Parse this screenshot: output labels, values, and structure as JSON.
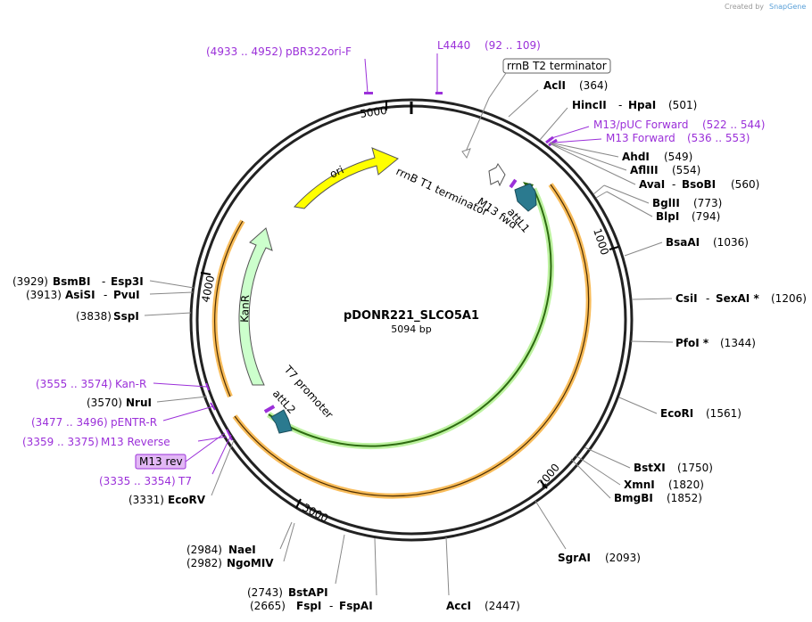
{
  "credit": {
    "created_by": "Created by",
    "brand": "SnapGene"
  },
  "plasmid": {
    "name": "pDONR221_SLCO5A1",
    "length": "5094 bp"
  },
  "ticks": [
    "1000",
    "2000",
    "3000",
    "4000",
    "5000"
  ],
  "features": {
    "ori": "ori",
    "kanr": "KanR",
    "t7_promoter": "T7 promoter",
    "attl2": "attL2",
    "attl1": "attL1",
    "m13_fwd": "M13 fwd",
    "rrnb_t1": "rrnB T1 terminator"
  },
  "labels": {
    "rrnb_t2": "rrnB T2 terminator",
    "m13_rev": "M13 rev"
  },
  "primers": [
    {
      "name": "pBR322ori-F",
      "range": "(4933 .. 4952)"
    },
    {
      "name": "L4440",
      "range": "(92 .. 109)"
    },
    {
      "name": "M13/pUC Forward",
      "range": "(522 .. 544)"
    },
    {
      "name": "M13 Forward",
      "range": "(536 .. 553)"
    },
    {
      "name": "Kan-R",
      "range": "(3555 .. 3574)"
    },
    {
      "name": "pENTR-R",
      "range": "(3477 .. 3496)"
    },
    {
      "name": "M13 Reverse",
      "range": "(3359 .. 3375)"
    },
    {
      "name": "T7",
      "range": "(3335 .. 3354)"
    }
  ],
  "sites": [
    {
      "name": "AclI",
      "pos": "(364)"
    },
    {
      "name": "HincII",
      "extra": "HpaI",
      "pos": "(501)"
    },
    {
      "name": "AhdI",
      "pos": "(549)"
    },
    {
      "name": "AflIII",
      "pos": "(554)"
    },
    {
      "name": "AvaI",
      "extra": "BsoBI",
      "pos": "(560)"
    },
    {
      "name": "BglII",
      "pos": "(773)"
    },
    {
      "name": "BlpI",
      "pos": "(794)"
    },
    {
      "name": "BsaAI",
      "pos": "(1036)"
    },
    {
      "name": "CsiI",
      "extra": "SexAI *",
      "pos": "(1206)"
    },
    {
      "name": "PfoI *",
      "pos": "(1344)"
    },
    {
      "name": "EcoRI",
      "pos": "(1561)"
    },
    {
      "name": "BstXI",
      "pos": "(1750)"
    },
    {
      "name": "XmnI",
      "pos": "(1820)"
    },
    {
      "name": "BmgBI",
      "pos": "(1852)"
    },
    {
      "name": "SgrAI",
      "pos": "(2093)"
    },
    {
      "name": "AccI",
      "pos": "(2447)"
    },
    {
      "name": "FspI",
      "extra": "FspAI",
      "pos": "(2665)"
    },
    {
      "name": "BstAPI",
      "pos": "(2743)"
    },
    {
      "name": "NgoMIV",
      "pos": "(2982)"
    },
    {
      "name": "NaeI",
      "pos": "(2984)"
    },
    {
      "name": "EcoRV",
      "pos": "(3331)"
    },
    {
      "name": "NruI",
      "pos": "(3570)"
    },
    {
      "name": "SspI",
      "pos": "(3838)"
    },
    {
      "name": "AsiSI",
      "extra": "PvuI",
      "pos": "(3913)"
    },
    {
      "name": "BsmBI",
      "extra": "Esp3I",
      "pos": "(3929)"
    }
  ],
  "colors": {
    "ori": "#ffff00",
    "kanr": "#ccffcc",
    "att": "#2b7a8f",
    "primer": "#9b30d9",
    "orange": "#f5a623",
    "green": "#3c9a16"
  }
}
